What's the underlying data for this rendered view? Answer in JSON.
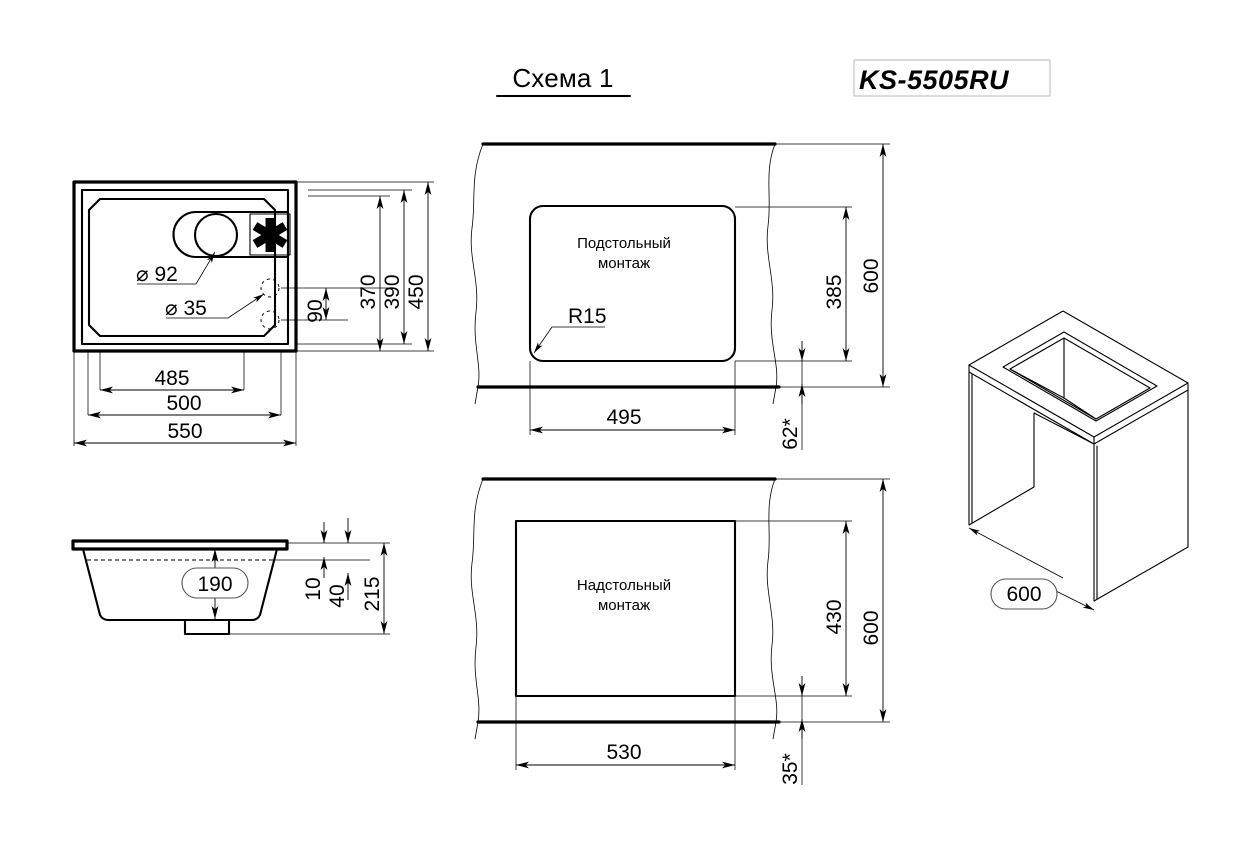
{
  "sheet": {
    "title": "Схема 1",
    "product_code": "KS-5505RU"
  },
  "plan_view": {
    "name": "plan-view-top-left",
    "labels": {
      "dia_drain": "⌀ 92",
      "dia_tap": "⌀ 35"
    },
    "dims_horizontal": [
      {
        "value": "485"
      },
      {
        "value": "500"
      },
      {
        "value": "550"
      }
    ],
    "dims_vertical": [
      {
        "value": "90"
      },
      {
        "value": "370"
      },
      {
        "value": "390"
      },
      {
        "value": "450"
      }
    ]
  },
  "section_view": {
    "name": "section-view-bottom-left",
    "depth_callout": "190",
    "dims_vertical": [
      {
        "value": "10"
      },
      {
        "value": "40"
      },
      {
        "value": "215"
      }
    ]
  },
  "undermount_view": {
    "name": "undermount-cutout-view",
    "note_line1": "Подстольный",
    "note_line2": "монтаж",
    "radius_label": "R15",
    "dim_width": "495",
    "dim_height": "385",
    "dim_cabinet": "600",
    "dim_offset": "62*"
  },
  "overmount_view": {
    "name": "overmount-cutout-view",
    "note_line1": "Надстольный",
    "note_line2": "монтаж",
    "dim_width": "530",
    "dim_height": "430",
    "dim_cabinet": "600",
    "dim_offset": "35*"
  },
  "iso_view": {
    "name": "isometric-cabinet-view",
    "width_callout": "600"
  }
}
